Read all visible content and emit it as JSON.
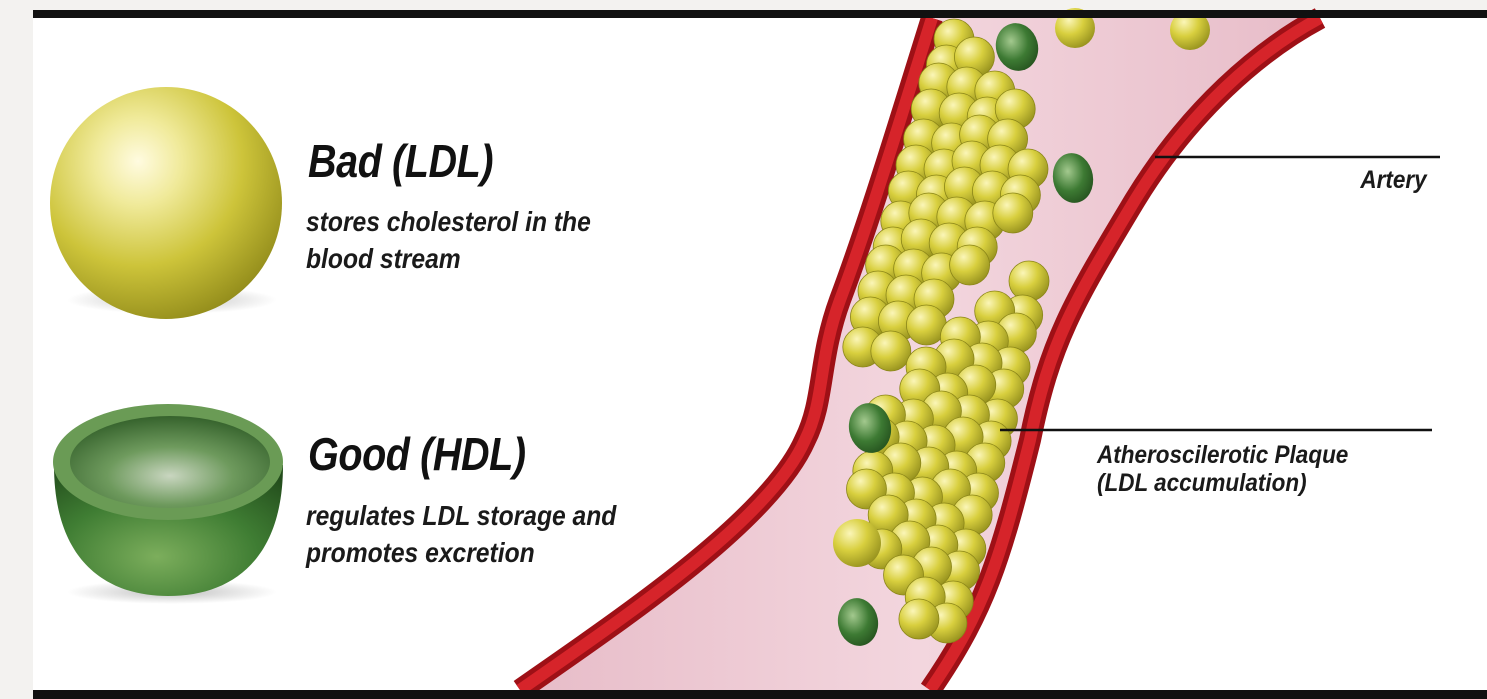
{
  "ldl": {
    "title": "Bad (LDL)",
    "description_lines": [
      "stores cholesterol in the",
      "blood stream"
    ]
  },
  "hdl": {
    "title": "Good (HDL)",
    "description_lines": [
      "regulates LDL storage and",
      "promotes excretion"
    ]
  },
  "labels": {
    "artery": "Artery",
    "plaque_lines": [
      "Atheroscilerotic Plaque",
      "(LDL accumulation)"
    ]
  },
  "colors": {
    "artery_wall": "#c8161d",
    "artery_lumen": "#f0cfd8",
    "ldl_yellow": "#d7d24a",
    "hdl_green": "#3f7a35",
    "rule": "#111111"
  },
  "icons": [
    "ldl-sphere-icon",
    "hdl-bowl-icon",
    "ldl-particle-icon",
    "hdl-particle-icon"
  ]
}
